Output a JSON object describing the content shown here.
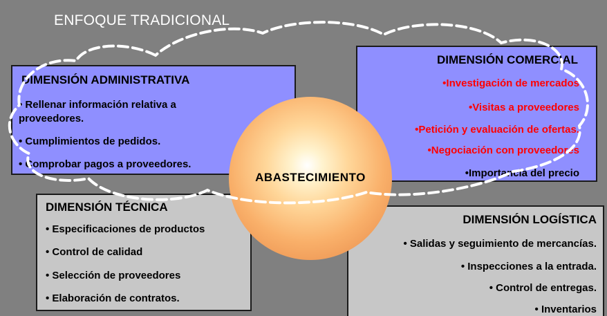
{
  "header": {
    "title": "ENFOQUE TRADICIONAL"
  },
  "center": {
    "label": "ABASTECIMIENTO"
  },
  "dimensions": {
    "administrativa": {
      "title": "DIMENSIÓN ADMINISTRATIVA",
      "items": [
        "• Rellenar información relativa a",
        "proveedores.",
        "• Cumplimientos de pedidos.",
        "• Comprobar pagos a proveedores."
      ]
    },
    "comercial": {
      "title": "DIMENSIÓN COMERCIAL",
      "items": [
        "•Investigación de mercados",
        "•Visitas a proveedores",
        "•Petición y evaluación de ofertas.",
        "•Negociación con proveedores",
        "•Importancia del precio"
      ]
    },
    "tecnica": {
      "title": "DIMENSIÓN TÉCNICA",
      "items": [
        "• Especificaciones de productos",
        "• Control de calidad",
        "• Selección de proveedores",
        "• Elaboración de contratos."
      ]
    },
    "logistica": {
      "title": "DIMENSIÓN LOGÍSTICA",
      "items": [
        "• Salidas y seguimiento de mercancías.",
        "• Inspecciones a la entrada.",
        "• Control de entregas.",
        "• Inventarios"
      ]
    }
  },
  "colors": {
    "background": "#808080",
    "purple_box": "#8f8fff",
    "gray_box": "#c7c7c7",
    "highlight_text": "#ff0000",
    "cloud_outline": "#ffffff"
  }
}
